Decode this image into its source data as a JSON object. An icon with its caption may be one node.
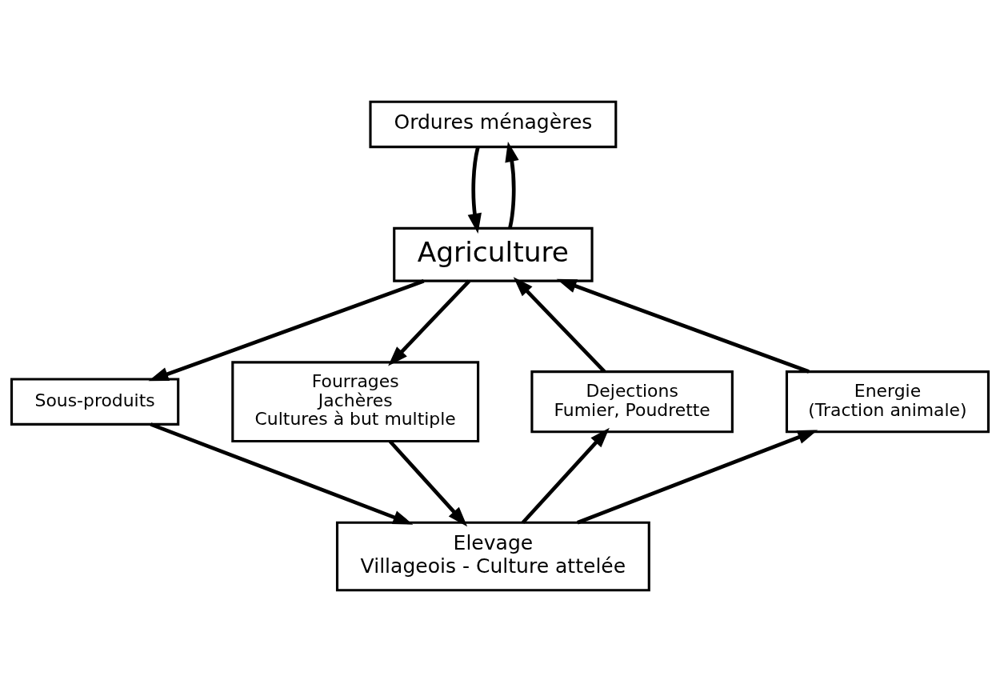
{
  "diagram": {
    "nodes": [
      {
        "text": [
          "Ordures ménagères"
        ]
      },
      {
        "text": [
          "Agriculture"
        ]
      },
      {
        "text": [
          "Sous-produits"
        ]
      },
      {
        "text": [
          "Fourrages",
          "Jachères",
          "Cultures à but multiple"
        ]
      },
      {
        "text": [
          "Dejections",
          "Fumier, Poudrette"
        ]
      },
      {
        "text": [
          "Energie",
          "(Traction animale)"
        ]
      },
      {
        "text": [
          "Elevage",
          "Villageois - Culture attelée"
        ]
      }
    ],
    "edges": [
      {
        "from": 0,
        "to": 1,
        "arrow": "to"
      },
      {
        "from": 1,
        "to": 0,
        "arrow": "to"
      },
      {
        "from": 1,
        "to": 2,
        "arrow": "to"
      },
      {
        "from": 1,
        "to": 3,
        "arrow": "to"
      },
      {
        "from": 2,
        "to": 6,
        "arrow": "to"
      },
      {
        "from": 3,
        "to": 6,
        "arrow": "to"
      },
      {
        "from": 6,
        "to": 4,
        "arrow": "to"
      },
      {
        "from": 4,
        "to": 1,
        "arrow": "to"
      },
      {
        "from": 6,
        "to": 5,
        "arrow": "to"
      },
      {
        "from": 5,
        "to": 1,
        "arrow": "to"
      }
    ]
  }
}
